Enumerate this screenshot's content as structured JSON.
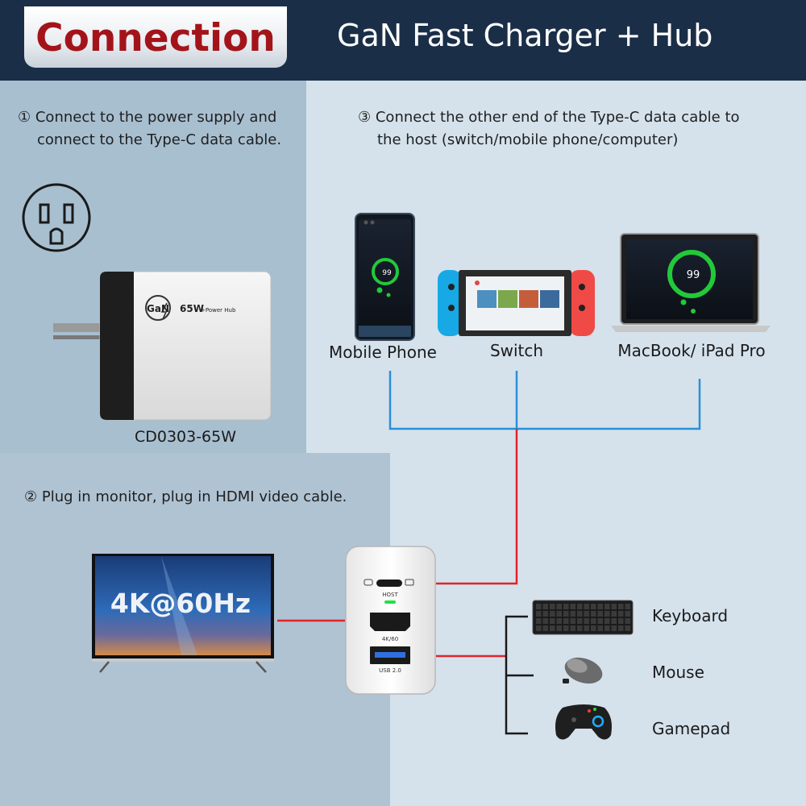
{
  "header": {
    "badge": "Connection",
    "title": "GaN Fast Charger + Hub"
  },
  "steps": {
    "step1_line1": "① Connect to the power supply and",
    "step1_line2": "connect to the Type-C data cable.",
    "step2": "② Plug in monitor, plug in HDMI video cable.",
    "step3_line1": "③ Connect the other end of the Type-C data cable to",
    "step3_line2": "the host (switch/mobile phone/computer)"
  },
  "charger": {
    "brand": "GaN",
    "watt": "65W",
    "sub": "+Power Hub",
    "model": "CD0303-65W"
  },
  "hosts": [
    {
      "label": "Mobile Phone",
      "battery": "99"
    },
    {
      "label": "Switch"
    },
    {
      "label": "MacBook/ iPad Pro",
      "battery": "99"
    }
  ],
  "hub": {
    "port1": "HOST",
    "port2": "4K/60",
    "port3": "USB 2.0"
  },
  "monitor": {
    "text": "4K@60Hz"
  },
  "peripherals": [
    {
      "label": "Keyboard",
      "icon": "keyboard-icon"
    },
    {
      "label": "Mouse",
      "icon": "mouse-icon"
    },
    {
      "label": "Gamepad",
      "icon": "gamepad-icon"
    }
  ],
  "colors": {
    "header": "#1a2e48",
    "badge_text": "#a3141a",
    "line_blue": "#2a8fd6",
    "line_red": "#e0242a",
    "battery_green": "#22c93a"
  }
}
